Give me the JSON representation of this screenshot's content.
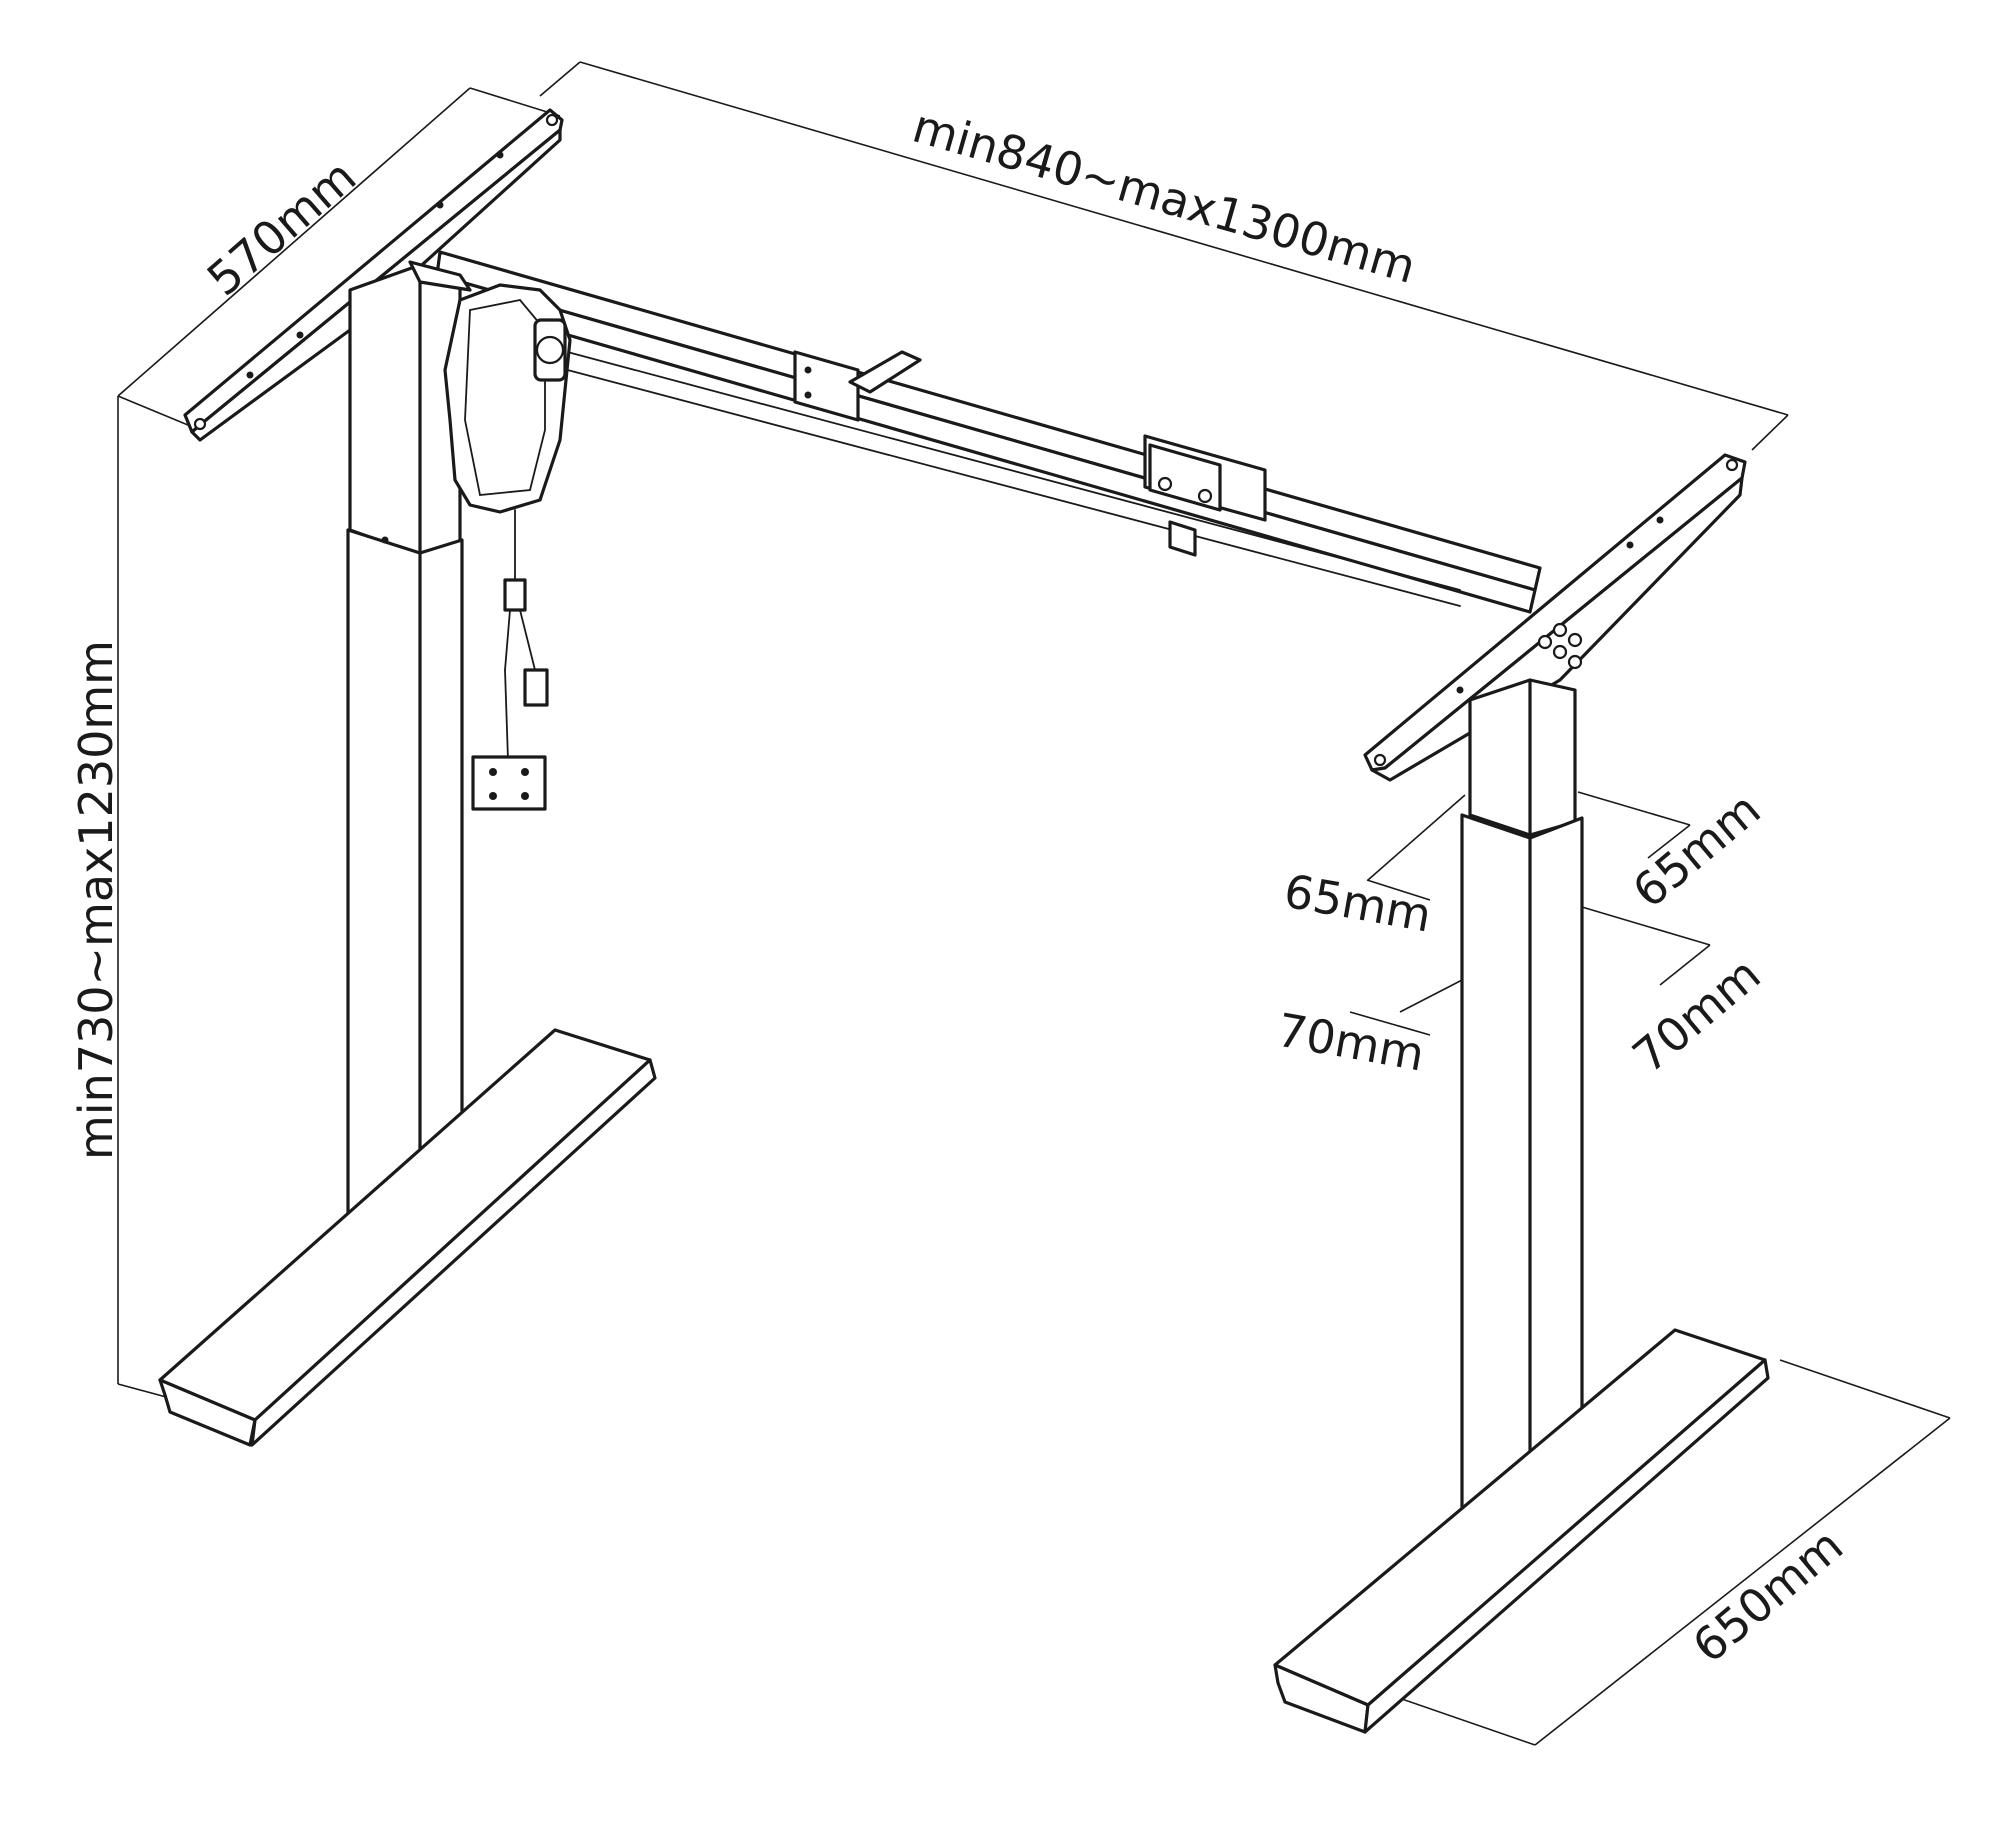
{
  "labels": {
    "depth": "570mm",
    "width": "min840~max1300mm",
    "height": "min730~max1230mm",
    "upper_column_front": "65mm",
    "upper_column_side": "65mm",
    "lower_column_front": "70mm",
    "lower_column_side": "70mm",
    "foot_length": "650mm"
  }
}
